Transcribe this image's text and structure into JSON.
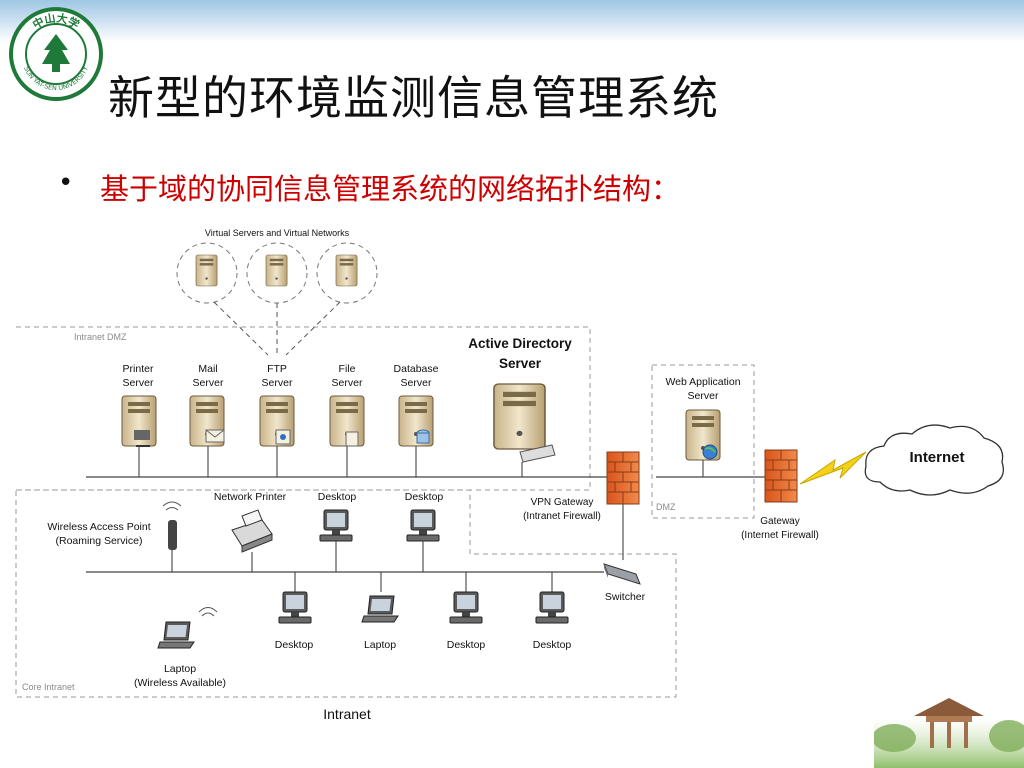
{
  "slide": {
    "title": "新型的环境监测信息管理系统",
    "bullet": "基于域的协同信息管理系统的网络拓扑结构："
  },
  "logo": {
    "name": "中山大学",
    "subtitle": "SUN YAT-SEN UNIVERSITY",
    "color": "#1f7a3a"
  },
  "colors": {
    "title": "#111111",
    "bullet": "#cc0000",
    "firewall": "#e8632a",
    "lightning": "#f2d21b",
    "zone_border": "#9a9a9a"
  },
  "diagram": {
    "virtual_group_label": "Virtual Servers and Virtual Networks",
    "zones": {
      "intranet_dmz": "Intranet DMZ",
      "dmz": "DMZ",
      "core_intranet": "Core Intranet",
      "intranet": "Intranet"
    },
    "servers": [
      {
        "line1": "Printer",
        "line2": "Server",
        "icon": "printer-server-icon"
      },
      {
        "line1": "Mail",
        "line2": "Server",
        "icon": "mail-server-icon"
      },
      {
        "line1": "FTP",
        "line2": "Server",
        "icon": "ftp-server-icon"
      },
      {
        "line1": "File",
        "line2": "Server",
        "icon": "file-server-icon"
      },
      {
        "line1": "Database",
        "line2": "Server",
        "icon": "database-server-icon"
      }
    ],
    "active_directory": {
      "line1": "Active Directory",
      "line2": "Server"
    },
    "web_app": {
      "line1": "Web Application",
      "line2": "Server"
    },
    "internet": "Internet",
    "vpn_gateway": {
      "line1": "VPN Gateway",
      "line2": "(Intranet Firewall)"
    },
    "gateway": {
      "line1": "Gateway",
      "line2": "(Internet Firewall)"
    },
    "switcher": "Switcher",
    "wireless_ap": {
      "line1": "Wireless Access Point",
      "line2": "(Roaming Service)"
    },
    "network_printer": "Network Printer",
    "upper_desktops": [
      "Desktop",
      "Desktop"
    ],
    "lower_devices": [
      "Desktop",
      "Laptop",
      "Desktop",
      "Desktop"
    ],
    "wireless_laptop": {
      "line1": "Laptop",
      "line2": "(Wireless Available)"
    }
  }
}
